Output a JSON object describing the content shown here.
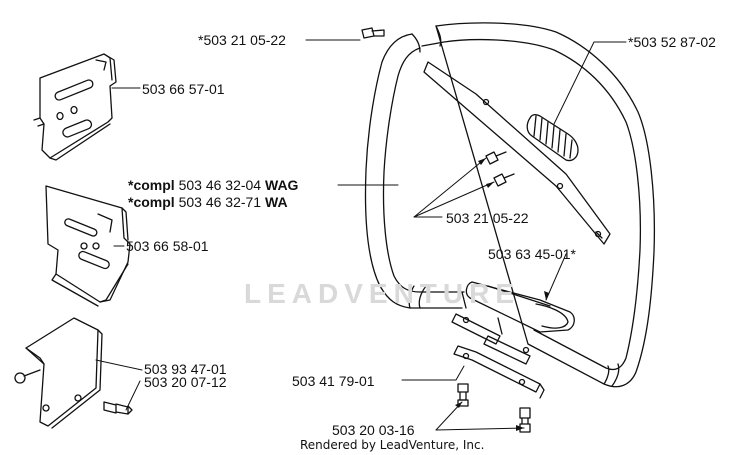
{
  "labels": {
    "screw_top": "*503 21 05-22",
    "grip": "*503 52 87-02",
    "guide_plate_top": "503 66 57-01",
    "compl_line1_prefix": "*compl",
    "compl_line1_num": "503 46 32-04",
    "compl_line1_suffix": "WAG",
    "compl_line2_prefix": "*compl",
    "compl_line2_num": "503 46 32-71",
    "compl_line2_suffix": "WA",
    "screw_mid": "503 21 05-22",
    "guide_plate_mid": "503 66 58-01",
    "sleeve": "503 63 45-01*",
    "guard": "503 93 47-01",
    "guard_screw": "503 20 07-12",
    "bracket": "503 41 79-01",
    "bolts": "503 20 03-16"
  },
  "watermark": "LEADVENTURE",
  "footer": "Rendered by LeadVenture, Inc."
}
